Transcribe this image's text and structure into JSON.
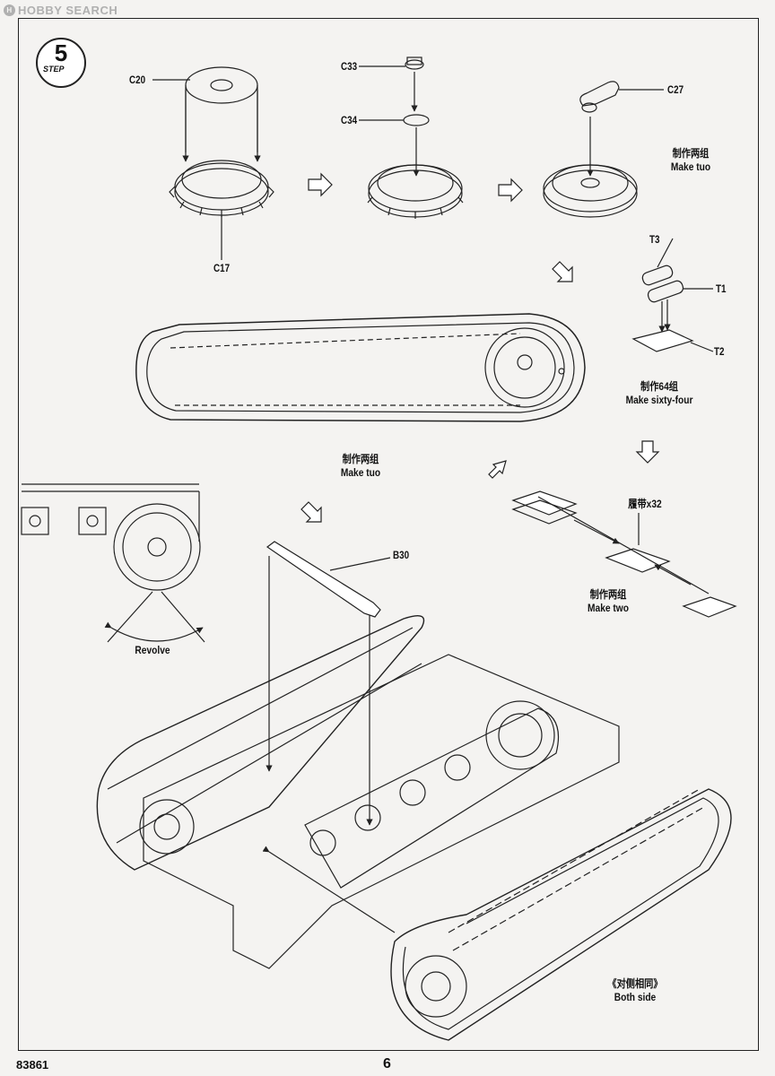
{
  "watermark": {
    "logo": "H",
    "text": "HOBBY SEARCH"
  },
  "step": {
    "number": "5",
    "label": "STEP"
  },
  "parts": {
    "c20": "C20",
    "c17": "C17",
    "c33": "C33",
    "c34": "C34",
    "c27": "C27",
    "t3": "T3",
    "t1": "T1",
    "t2": "T2",
    "b30": "B30"
  },
  "notes": {
    "make_two_top_cn": "制作两组",
    "make_two_top_en": "Make tuo",
    "make_64_cn": "制作64组",
    "make_64_en": "Make  sixty-four",
    "make_two_mid_cn": "制作两组",
    "make_two_mid_en": "Make tuo",
    "track_x32": "履带x32",
    "make_two_right_cn": "制作两组",
    "make_two_right_en": "Make two",
    "revolve": "Revolve",
    "both_side_cn": "《对侧相同》",
    "both_side_en": "Both side"
  },
  "footer": {
    "code": "83861",
    "page": "6"
  }
}
